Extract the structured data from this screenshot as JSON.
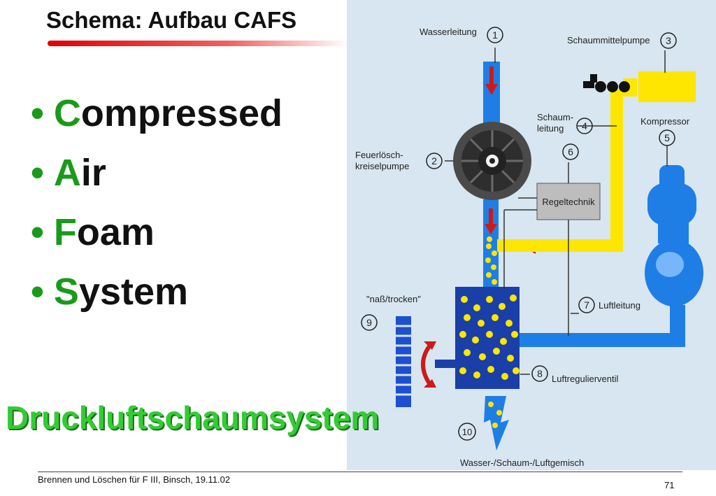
{
  "slide": {
    "title": "Schema: Aufbau CAFS",
    "bullets": [
      {
        "first": "C",
        "rest": "ompressed"
      },
      {
        "first": "A",
        "rest": "ir"
      },
      {
        "first": "F",
        "rest": "oam"
      },
      {
        "first": "S",
        "rest": "ystem"
      }
    ],
    "big_word": "Druckluftschaumsystem",
    "footer": "Brennen und Löschen für F III, Binsch,  19.11.02",
    "page_number": "71"
  },
  "diagram": {
    "labels": {
      "wasserleitung": "Wasserleitung",
      "schaummittelpumpe": "Schaummittelpumpe",
      "schaumleitung_1": "Schaum-",
      "schaumleitung_2": "leitung",
      "kompressor": "Kompressor",
      "feuerloesch_1": "Feuerlösch-",
      "feuerloesch_2": "kreiselpumpe",
      "regeltechnik": "Regeltechnik",
      "nass_trocken": "\"naß/trocken\"",
      "luftleitung": "Luftleitung",
      "luftregulierventil": "Luftregulierventil",
      "gemisch": "Wasser-/Schaum-/Luftgemisch"
    },
    "numbers": {
      "n1": "1",
      "n2": "2",
      "n3": "3",
      "n4": "4",
      "n5": "5",
      "n6": "6",
      "n7": "7",
      "n8": "8",
      "n9": "9",
      "n10": "10"
    },
    "colors": {
      "background": "#d7e6f0",
      "water_pipe": "#1e7ee6",
      "foam_pipe": "#ffe600",
      "mixing_tank": "#1a3fa8",
      "arrow": "#cc1a1a",
      "regel_box": "#bdbdbd"
    }
  }
}
